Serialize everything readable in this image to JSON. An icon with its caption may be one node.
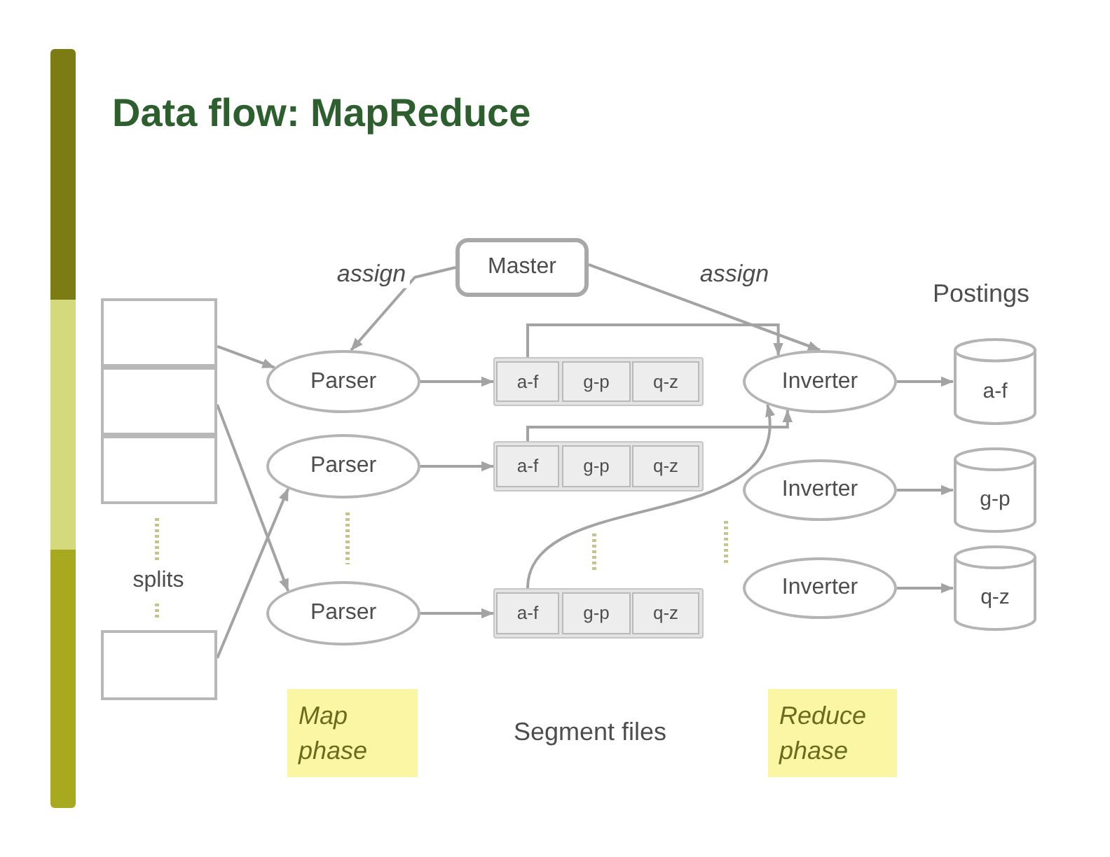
{
  "diagram": {
    "title": "Data flow: MapReduce",
    "nodes": [
      {
        "text": [
          "Master"
        ]
      },
      {
        "text": [],
        "shape": "box"
      },
      {
        "text": [],
        "shape": "box"
      },
      {
        "text": [],
        "shape": "box"
      },
      {
        "text": [],
        "shape": "box"
      },
      {
        "text": [
          "Parser"
        ]
      },
      {
        "text": [
          "Parser"
        ]
      },
      {
        "text": [
          "Parser"
        ]
      },
      {
        "text": [],
        "shape": "box"
      },
      {
        "text": [
          "a-f"
        ],
        "in": 8
      },
      {
        "text": [
          "g-p"
        ],
        "in": 8
      },
      {
        "text": [
          "q-z"
        ],
        "in": 8
      },
      {
        "text": [],
        "shape": "box"
      },
      {
        "text": [
          "a-f"
        ],
        "in": 12
      },
      {
        "text": [
          "g-p"
        ],
        "in": 12
      },
      {
        "text": [
          "q-z"
        ],
        "in": 12
      },
      {
        "text": [],
        "shape": "box"
      },
      {
        "text": [
          "a-f"
        ],
        "in": 16
      },
      {
        "text": [
          "g-p"
        ],
        "in": 16
      },
      {
        "text": [
          "q-z"
        ],
        "in": 16
      },
      {
        "text": [
          "Inverter"
        ]
      },
      {
        "text": [
          "Inverter"
        ]
      },
      {
        "text": [
          "Inverter"
        ]
      },
      {
        "text": [
          "a-f"
        ]
      },
      {
        "text": [
          "g-p"
        ]
      },
      {
        "text": [
          "q-z"
        ]
      },
      {
        "text": [
          "Map phase"
        ]
      },
      {
        "text": [
          "Reduce phase"
        ]
      }
    ],
    "edges": [
      {
        "from": 0,
        "to": 5,
        "arrow": "to",
        "label": "assign"
      },
      {
        "from": 0,
        "to": 20,
        "arrow": "to",
        "label": "assign"
      },
      {
        "from": 1,
        "to": 5,
        "arrow": "to"
      },
      {
        "from": 2,
        "to": 7,
        "arrow": "to"
      },
      {
        "from": 4,
        "to": 6,
        "arrow": "to"
      },
      {
        "from": 5,
        "to": 8,
        "arrow": "to"
      },
      {
        "from": 6,
        "to": 12,
        "arrow": "to"
      },
      {
        "from": 7,
        "to": 16,
        "arrow": "to"
      },
      {
        "from": 9,
        "to": 20,
        "arrow": "to"
      },
      {
        "from": 13,
        "to": 20,
        "arrow": "to"
      },
      {
        "from": 17,
        "to": 20,
        "arrow": "to"
      },
      {
        "from": 20,
        "to": 23,
        "arrow": "to"
      },
      {
        "from": 21,
        "to": 24,
        "arrow": "to"
      },
      {
        "from": 22,
        "to": 25,
        "arrow": "to"
      }
    ],
    "labels": [
      "Postings",
      "splits",
      "Segment files"
    ]
  }
}
